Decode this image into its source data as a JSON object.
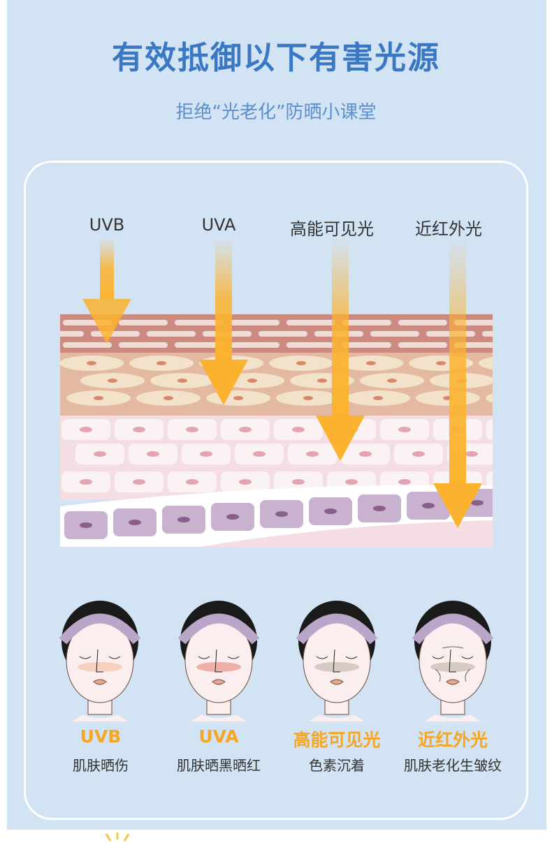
{
  "header": {
    "title": "有效抵御以下有害光源",
    "subtitle": "拒绝“光老化”防晒小课堂"
  },
  "light_sources": [
    {
      "label": "UVB",
      "effect": "肌肤晒伤"
    },
    {
      "label": "UVA",
      "effect": "肌肤晒黑晒红"
    },
    {
      "label": "高能可见光",
      "effect": "色素沉着"
    },
    {
      "label": "近红外光",
      "effect": "肌肤老化生皱纹"
    }
  ],
  "colors": {
    "background": "#d2e3f4",
    "title": "#3b78c3",
    "accent": "#f5a623"
  }
}
